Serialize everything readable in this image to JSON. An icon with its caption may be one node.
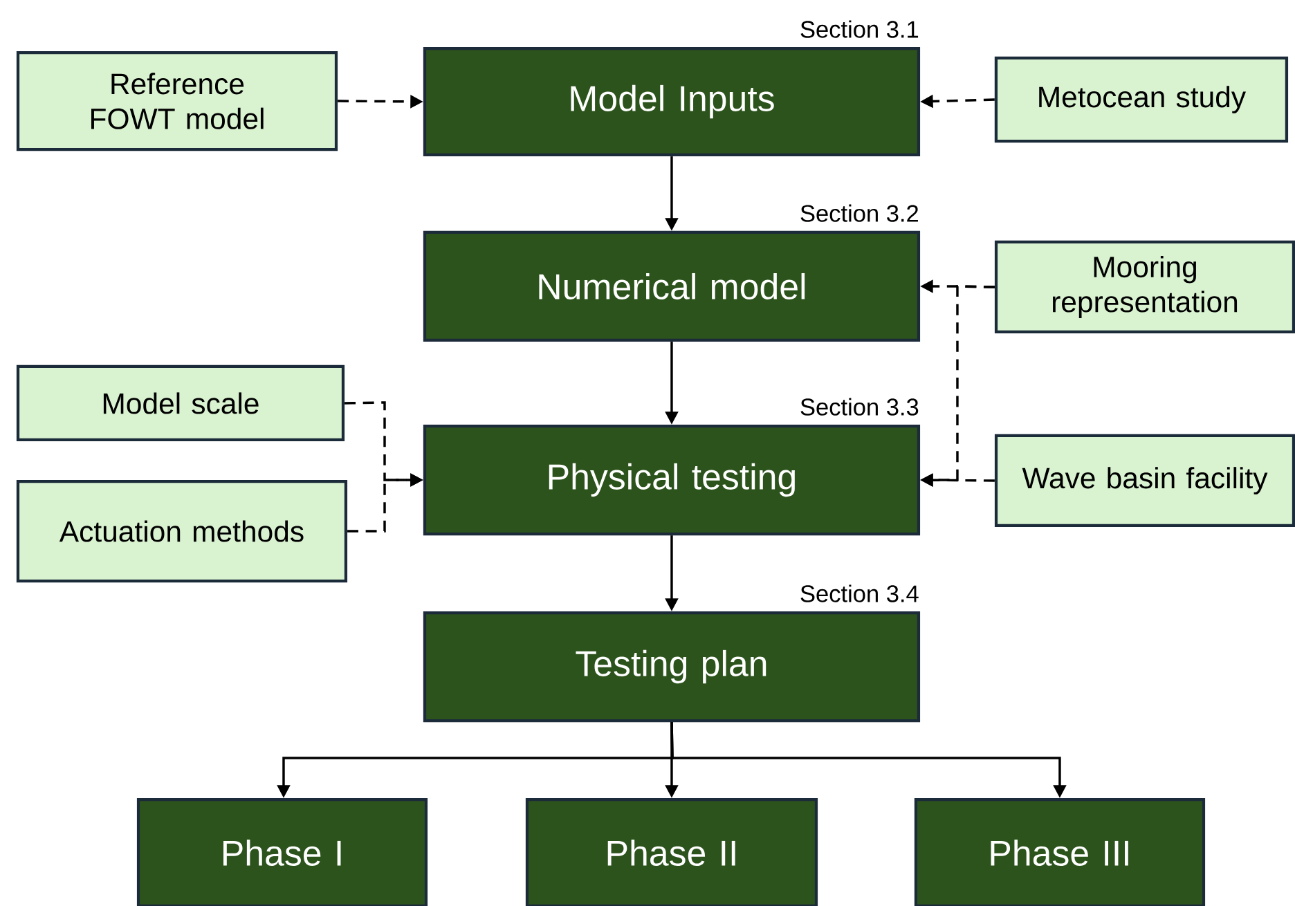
{
  "diagram": {
    "nodes": [
      {
        "text": [
          "Reference FOWT model"
        ]
      },
      {
        "text": [
          "Model Inputs"
        ],
        "beside": [
          "Section 3.1"
        ]
      },
      {
        "text": [
          "Metocean study"
        ]
      },
      {
        "text": [
          "Mooring representation"
        ]
      },
      {
        "text": [
          "Numerical model"
        ],
        "beside": [
          "Section 3.2"
        ]
      },
      {
        "text": [
          "Model scale"
        ]
      },
      {
        "text": [
          "Physical testing"
        ],
        "beside": [
          "Section 3.3"
        ]
      },
      {
        "text": [
          "Wave basin facility"
        ]
      },
      {
        "text": [
          "Actuation methods"
        ]
      },
      {
        "text": [
          "Testing plan"
        ],
        "beside": [
          "Section 3.4"
        ]
      },
      {
        "text": [
          "Phase I"
        ]
      },
      {
        "text": [
          "Phase II"
        ]
      },
      {
        "text": [
          "Phase III"
        ]
      }
    ],
    "edges": [
      {
        "from": 0,
        "to": 1,
        "arrow": "to",
        "style": "dashed"
      },
      {
        "from": 2,
        "to": 1,
        "arrow": "to",
        "style": "dashed"
      },
      {
        "from": 1,
        "to": 4,
        "arrow": "to"
      },
      {
        "from": 3,
        "to": 4,
        "arrow": "to",
        "style": "dashed"
      },
      {
        "from": 3,
        "to": 6,
        "arrow": "to",
        "style": "dashed"
      },
      {
        "from": 4,
        "to": 6,
        "arrow": "to"
      },
      {
        "from": 5,
        "to": 6,
        "arrow": "to",
        "style": "dashed"
      },
      {
        "from": 8,
        "to": 6,
        "arrow": "to",
        "style": "dashed"
      },
      {
        "from": 7,
        "to": 6,
        "arrow": "to",
        "style": "dashed"
      },
      {
        "from": 6,
        "to": 9,
        "arrow": "to"
      },
      {
        "from": 9,
        "to": 10,
        "arrow": "to"
      },
      {
        "from": 9,
        "to": 11,
        "arrow": "to"
      },
      {
        "from": 9,
        "to": 12,
        "arrow": "to"
      }
    ]
  }
}
